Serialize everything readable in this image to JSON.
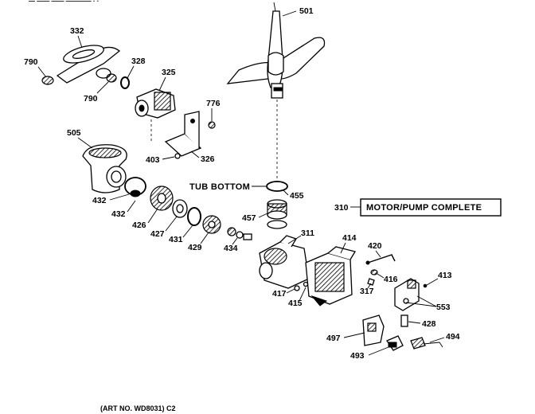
{
  "header_fragment": "— —— —— ———— · ·",
  "footer": {
    "art_no": "(ART NO. WD8031) C2"
  },
  "colors": {
    "ink": "#000000",
    "paper": "#ffffff"
  },
  "motor_pump_box": {
    "ref": "310",
    "label": "MOTOR/PUMP COMPLETE"
  },
  "tub_bottom_label": "TUB BOTTOM",
  "parts": {
    "p501": "501",
    "p332": "332",
    "p790a": "790",
    "p328": "328",
    "p790b": "790",
    "p325": "325",
    "p776": "776",
    "p505": "505",
    "p326": "326",
    "p403": "403",
    "p455": "455",
    "p432a": "432",
    "p432b": "432",
    "p426": "426",
    "p457": "457",
    "p427": "427",
    "p431": "431",
    "p429": "429",
    "p434": "434",
    "p311": "311",
    "p414": "414",
    "p420": "420",
    "p416": "416",
    "p413": "413",
    "p417": "417",
    "p415": "415",
    "p317": "317",
    "p553": "553",
    "p428": "428",
    "p497": "497",
    "p494": "494",
    "p493": "493"
  }
}
